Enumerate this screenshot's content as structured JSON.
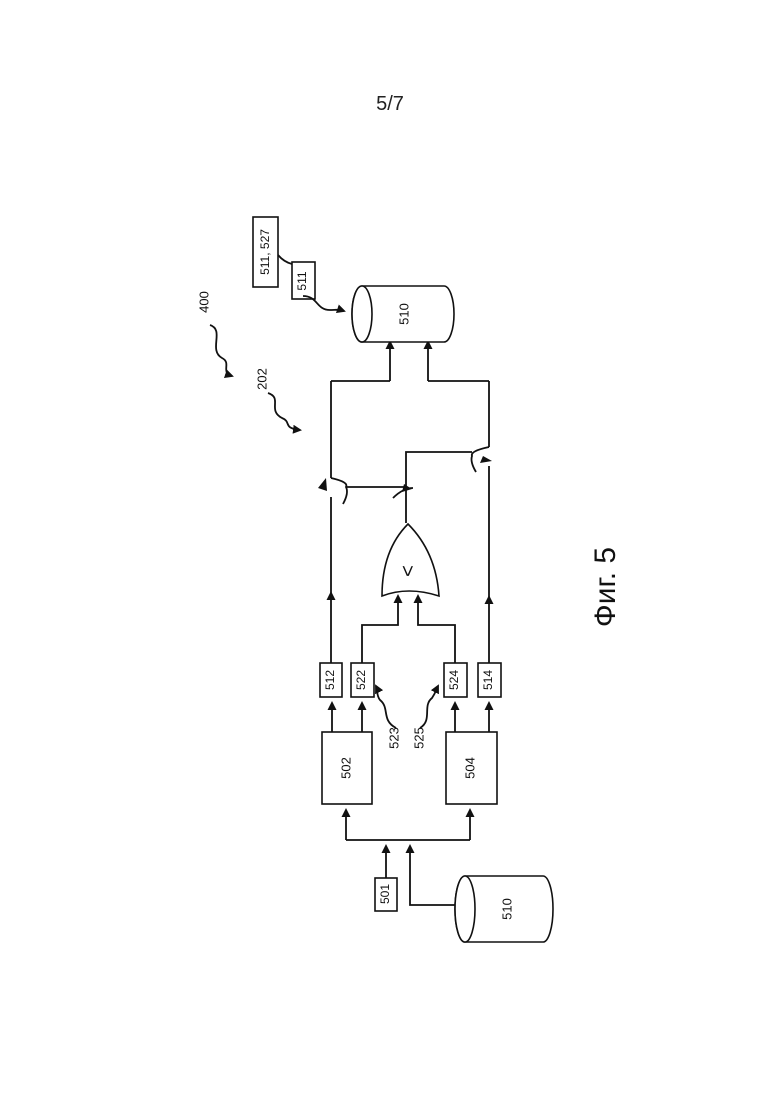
{
  "page": {
    "number": "5/7"
  },
  "figure": {
    "caption": "Фиг. 5"
  },
  "labels": {
    "system_ref": "400",
    "module_ref": "202",
    "ref_523": "523",
    "ref_525": "525"
  },
  "storage": {
    "input": "510",
    "output": "510"
  },
  "inputs": {
    "input_501": "501"
  },
  "processors": {
    "p502": "502",
    "p504": "504"
  },
  "signals": {
    "s512": "512",
    "s522": "522",
    "s524": "524",
    "s514": "514"
  },
  "comparator": {
    "symbol": "<"
  },
  "output_tags": {
    "tag_511": "511",
    "tag_511_527": "511, 527"
  }
}
